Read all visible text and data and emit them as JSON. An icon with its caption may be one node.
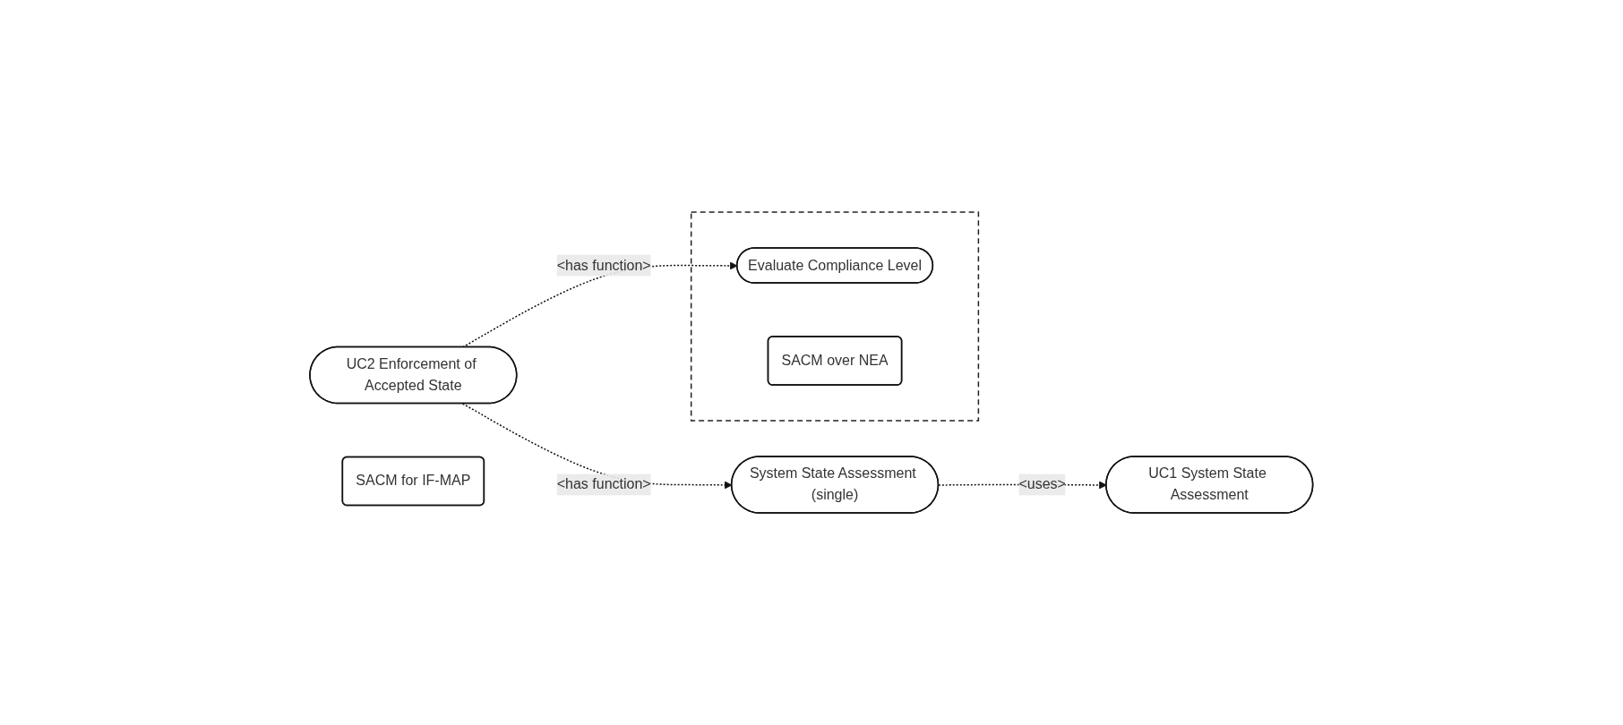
{
  "diagram": {
    "nodes": [
      {
        "text": [
          "System State Assessment (single)"
        ]
      },
      {
        "text": [
          "UC1 System State Assessment"
        ]
      },
      {
        "text": [
          "UC2 Enforcement of Accepted State"
        ]
      },
      {
        "text": [],
        "shape": "box"
      },
      {
        "text": [
          "Evaluate Compliance Level"
        ],
        "in": 3
      },
      {
        "text": [
          "SACM over NEA"
        ],
        "in": 3
      },
      {
        "text": [
          "SACM for IF-MAP"
        ]
      }
    ],
    "edges": [
      {
        "from": 0,
        "to": 1,
        "arrow": "to",
        "label": "<uses>",
        "style": "dashed"
      },
      {
        "from": 2,
        "to": 0,
        "arrow": "to",
        "label": "<has function>",
        "style": "dashed"
      },
      {
        "from": 2,
        "to": 4,
        "arrow": "to",
        "label": "<has function>",
        "style": "dashed"
      }
    ]
  }
}
